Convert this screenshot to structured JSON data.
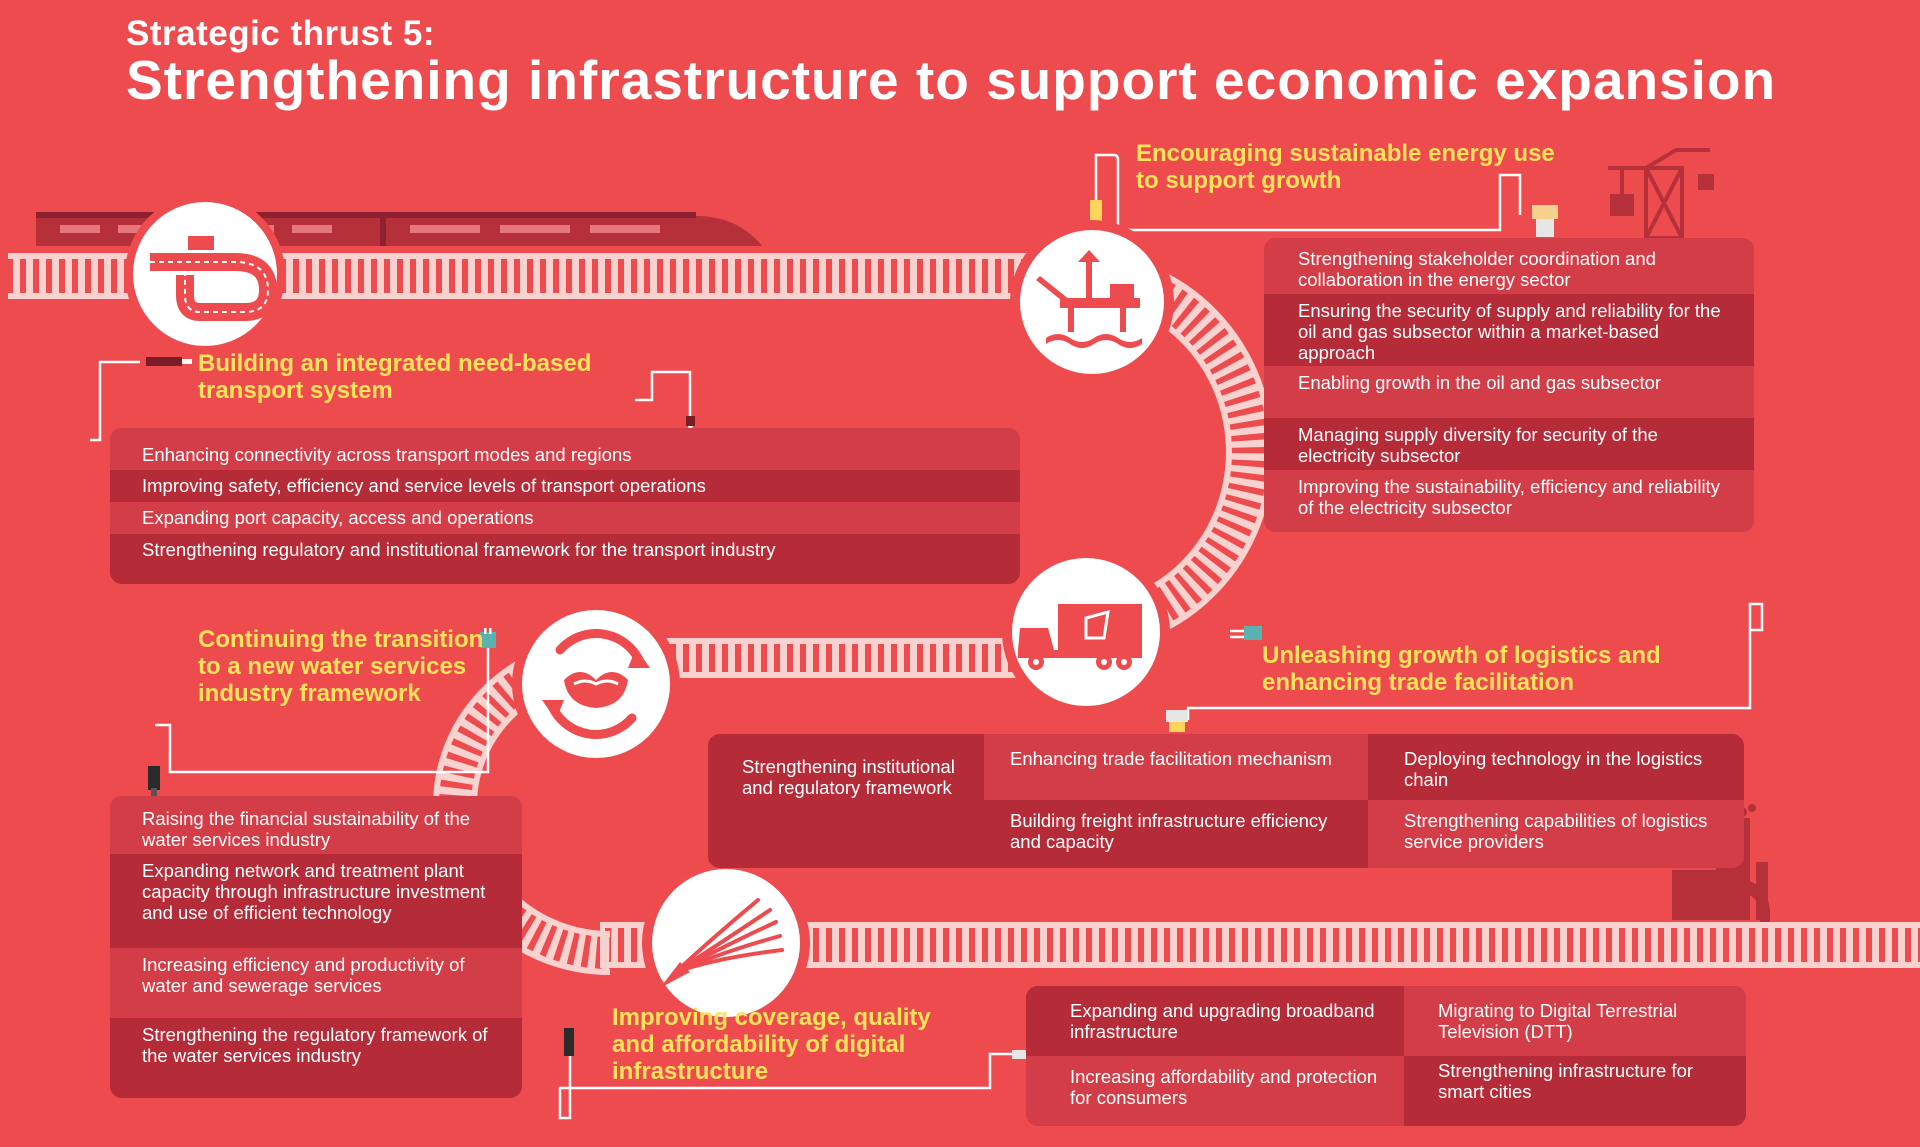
{
  "header": {
    "kicker": "Strategic thrust 5:",
    "title": "Strengthening infrastructure to support economic expansion"
  },
  "transport": {
    "heading": "Building an integrated need-based transport system",
    "items": [
      "Enhancing connectivity across transport modes and regions",
      "Improving safety, efficiency and service levels of transport operations",
      "Expanding port capacity, access and operations",
      "Strengthening regulatory and institutional framework for the transport industry"
    ]
  },
  "energy": {
    "heading": "Encouraging sustainable energy use to support growth",
    "items": [
      "Strengthening stakeholder coordination and collaboration in the energy sector",
      "Ensuring the security of supply and reliability for the oil and gas subsector within a market-based approach",
      "Enabling growth in the oil and gas subsector",
      "Managing supply diversity for security of the electricity subsector",
      "Improving the sustainability, efficiency and reliability of the electricity subsector"
    ]
  },
  "logistics": {
    "heading": "Unleashing growth of logistics and enhancing trade facilitation",
    "items": [
      "Strengthening institutional and regulatory framework",
      "Enhancing trade facilitation mechanism",
      "Building freight infrastructure efficiency and capacity",
      "Deploying technology in the logistics chain",
      "Strengthening capabilities of logistics service providers"
    ]
  },
  "water": {
    "heading": "Continuing the transition to a new water services industry framework",
    "items": [
      "Raising the financial sustainability of the water services industry",
      "Expanding network and treatment plant capacity through infrastructure investment and use of efficient technology",
      "Increasing efficiency and productivity of water and sewerage services",
      "Strengthening the regulatory framework of the water services industry"
    ]
  },
  "digital": {
    "heading": "Improving coverage, quality and affordability of digital infrastructure",
    "items": [
      "Expanding and upgrading broadband infrastructure",
      "Increasing affordability and protection for consumers",
      "Migrating to Digital Terrestrial Television (DTT)",
      "Strengthening infrastructure for smart cities"
    ]
  },
  "icons": {
    "transport": "road-junction-icon",
    "energy": "oil-platform-icon",
    "logistics": "delivery-truck-icon",
    "water": "water-cycle-icon",
    "digital": "fibre-optic-icon",
    "decor": [
      "train-icon",
      "crane-icon",
      "factory-icon",
      "cable-plug-icon"
    ]
  },
  "colors": {
    "background": "#ee4b4f",
    "heading": "#ffe35a",
    "box_light": "#d23d48",
    "box_dark": "#b52b38",
    "track": "#f8d2cf"
  }
}
